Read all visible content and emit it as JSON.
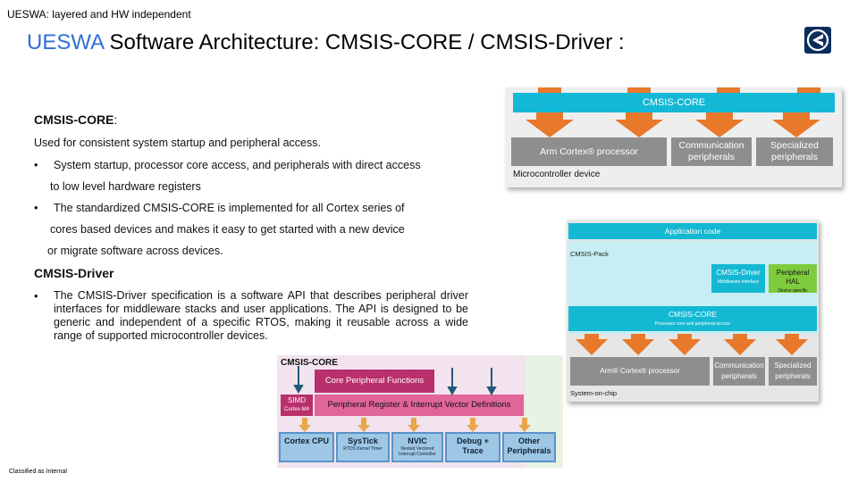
{
  "header": {
    "topline": "UESWA: layered and HW independent",
    "title_brand": "UESWA",
    "title_rest": "Software Architecture: CMSIS-CORE / CMSIS-Driver :"
  },
  "logo": {
    "icon": "electrolux-logo-icon"
  },
  "content": {
    "core_heading": "CMSIS-CORE",
    "core_colon": ":",
    "core_intro": "Used for consistent system startup and peripheral access.",
    "core_b1_l1": "System startup, processor core access, and peripherals with direct access",
    "core_b1_l2": "to low level hardware registers",
    "core_b2_l1": "The standardized CMSIS-CORE is implemented for all  Cortex series of",
    "core_b2_l2": "cores based devices and makes it easy to get started with a new device",
    "core_b2_l3": "or migrate software across devices.",
    "driver_heading": "CMSIS-Driver",
    "driver_b1": "The CMSIS-Driver specification is a software API that describes peripheral driver interfaces for middleware stacks and user applications. The API is designed to be generic and independent of a specific RTOS, making it reusable across a wide range of supported microcontroller devices.",
    "bullet_char": "•"
  },
  "diagram1": {
    "bar": "CMSIS-CORE",
    "cell1": "Arm Cortex® processor",
    "cell2": "Communication peripherals",
    "cell3": "Specialized peripherals",
    "footer": "Microcontroller device"
  },
  "diagram2": {
    "app": "Application code",
    "pack": "CMSIS-Pack",
    "driver": "CMSIS-Driver",
    "driver_sub": "Middleware interface",
    "hal": "Peripheral HAL",
    "hal_sub": "Device specific",
    "core": "CMSIS-CORE",
    "core_sub": "Processor core and peripheral access",
    "cell1": "Arm® Cortex® processor",
    "cell2": "Communication peripherals",
    "cell3": "Specialized peripherals",
    "footer": "System-on-chip"
  },
  "diagram3": {
    "label": "CMSIS-CORE",
    "cpf": "Core Peripheral Functions",
    "simd": "SIMD",
    "simd_sub": "Cortex-M4",
    "prd": "Peripheral Register & Interrupt Vector Definitions",
    "c1": "Cortex CPU",
    "c2": "SysTick",
    "c2_sub": "RTOS Kernel Timer",
    "c3": "NVIC",
    "c3_sub": "Nested Vectored Interrupt Controller",
    "c4": "Debug + Trace",
    "c5": "Other Peripherals"
  },
  "footer": {
    "classification": "Classified as Internal"
  },
  "colors": {
    "brand_blue": "#2f6fd6",
    "cmsis_cyan": "#13b8d6",
    "arrow_orange": "#e8782a",
    "magenta": "#b8306c"
  }
}
